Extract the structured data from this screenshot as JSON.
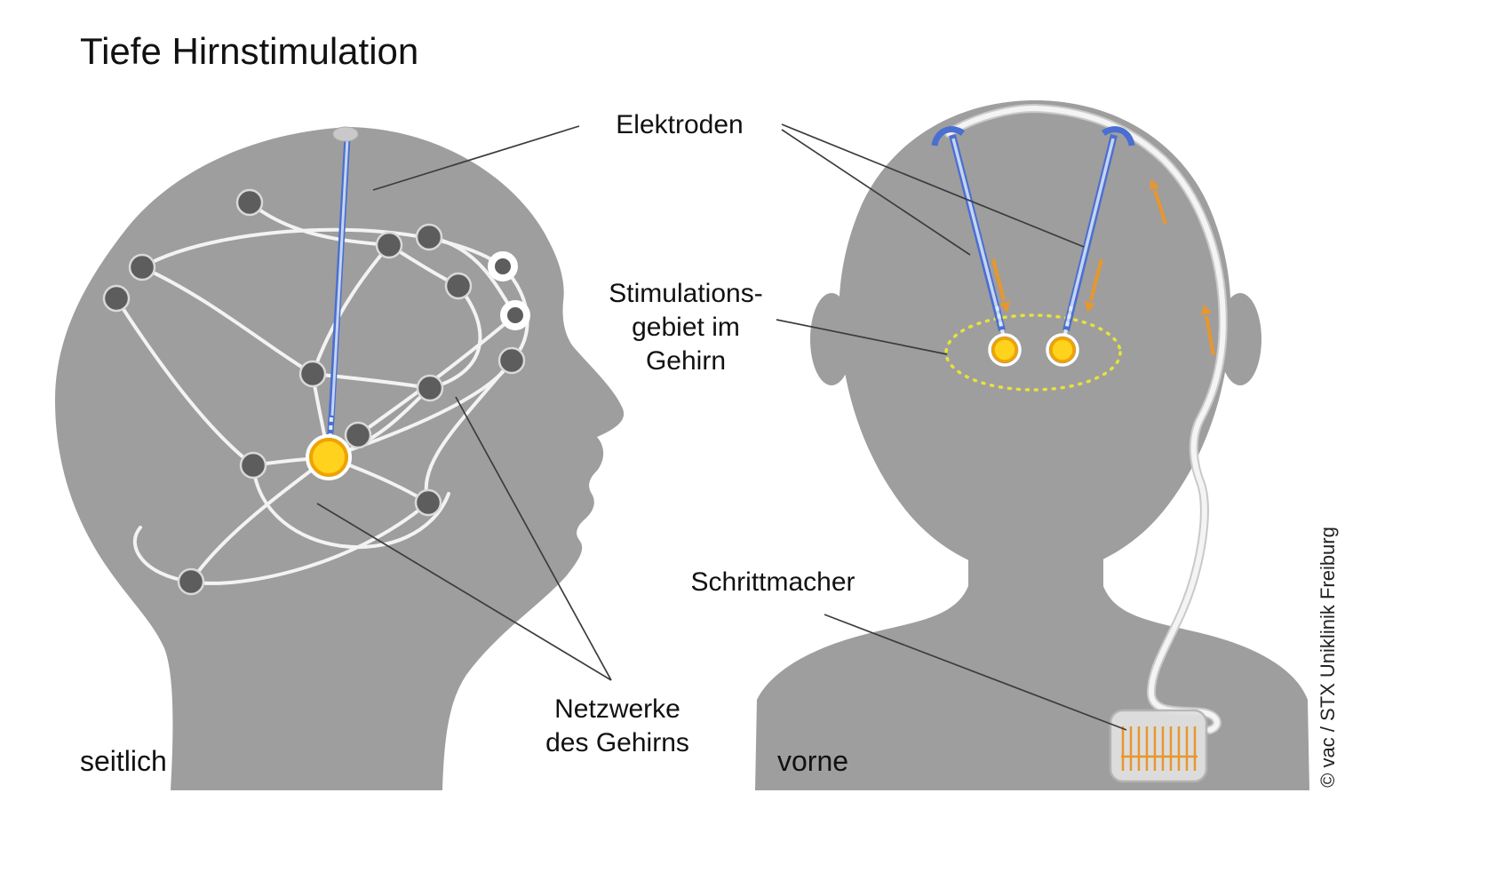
{
  "title": "Tiefe Hirnstimulation",
  "labels": {
    "elektroden": "Elektroden",
    "stimulation": [
      "Stimulations-",
      "gebiet im",
      "Gehirn"
    ],
    "netzwerke": [
      "Netzwerke",
      "des Gehirns"
    ],
    "schrittmacher": "Schrittmacher",
    "seitlich": "seitlich",
    "vorne": "vorne",
    "credit": "© vac / STX Uniklinik Freiburg"
  },
  "colors": {
    "head_gray": "#9e9e9e",
    "network_node": "#5d5d5d",
    "network_line": "#f3f3f3",
    "electrode_blue": "#4a6fd0",
    "electrode_inner": "#c6d4f2",
    "target_yellow": "#ffd21e",
    "target_ring_orange": "#f0a300",
    "cable_white": "#f2f2f2",
    "arrow_orange": "#e8962e",
    "pointer_line": "#3c3c3c",
    "text": "#111111"
  }
}
